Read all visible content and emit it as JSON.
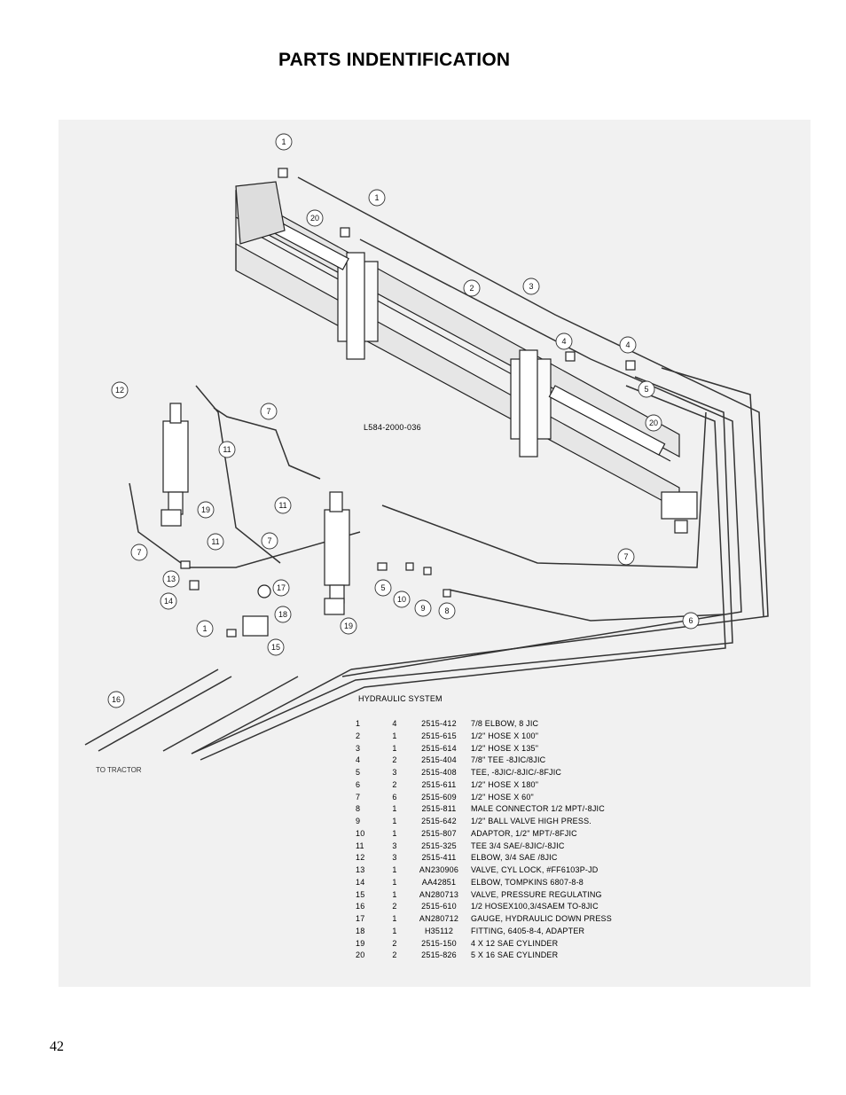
{
  "page": {
    "title": "PARTS INDENTIFICATION",
    "number": "42"
  },
  "drawing": {
    "number": "L584-2000-036",
    "to_tractor": "TO TRACTOR",
    "callouts": [
      "1",
      "1",
      "20",
      "2",
      "3",
      "4",
      "4",
      "5",
      "20",
      "12",
      "7",
      "11",
      "19",
      "11",
      "7",
      "11",
      "7",
      "13",
      "14",
      "17",
      "18",
      "1",
      "15",
      "5",
      "10",
      "9",
      "8",
      "19",
      "7",
      "6",
      "16"
    ]
  },
  "legend": {
    "title": "HYDRAULIC SYSTEM",
    "rows": [
      {
        "no": "1",
        "qty": "4",
        "part": "2515-412",
        "desc": "7/8 ELBOW, 8 JIC"
      },
      {
        "no": "2",
        "qty": "1",
        "part": "2515-615",
        "desc": "1/2\" HOSE X 100\""
      },
      {
        "no": "3",
        "qty": "1",
        "part": "2515-614",
        "desc": "1/2\" HOSE X 135\""
      },
      {
        "no": "4",
        "qty": "2",
        "part": "2515-404",
        "desc": "7/8\" TEE -8JIC/8JIC"
      },
      {
        "no": "5",
        "qty": "3",
        "part": "2515-408",
        "desc": "TEE, -8JIC/-8JIC/-8FJIC"
      },
      {
        "no": "6",
        "qty": "2",
        "part": "2515-611",
        "desc": "1/2\" HOSE X 180\""
      },
      {
        "no": "7",
        "qty": "6",
        "part": "2515-609",
        "desc": "1/2\" HOSE X 60\""
      },
      {
        "no": "8",
        "qty": "1",
        "part": "2515-811",
        "desc": "MALE CONNECTOR 1/2 MPT/-8JIC"
      },
      {
        "no": "9",
        "qty": "1",
        "part": "2515-642",
        "desc": "1/2\" BALL VALVE HIGH PRESS."
      },
      {
        "no": "10",
        "qty": "1",
        "part": "2515-807",
        "desc": "ADAPTOR, 1/2\" MPT/-8FJIC"
      },
      {
        "no": "11",
        "qty": "3",
        "part": "2515-325",
        "desc": "TEE 3/4 SAE/-8JIC/-8JIC"
      },
      {
        "no": "12",
        "qty": "3",
        "part": "2515-411",
        "desc": "ELBOW, 3/4 SAE /8JIC"
      },
      {
        "no": "13",
        "qty": "1",
        "part": "AN230906",
        "desc": "VALVE, CYL LOCK, #FF6103P-JD"
      },
      {
        "no": "14",
        "qty": "1",
        "part": "AA42851",
        "desc": "ELBOW, TOMPKINS 6807-8-8"
      },
      {
        "no": "15",
        "qty": "1",
        "part": "AN280713",
        "desc": "VALVE, PRESSURE REGULATING"
      },
      {
        "no": "16",
        "qty": "2",
        "part": "2515-610",
        "desc": "1/2 HOSEX100,3/4SAEM TO-8JIC"
      },
      {
        "no": "17",
        "qty": "1",
        "part": "AN280712",
        "desc": "GAUGE, HYDRAULIC DOWN PRESS"
      },
      {
        "no": "18",
        "qty": "1",
        "part": "H35112",
        "desc": "FITTING, 6405-8-4, ADAPTER"
      },
      {
        "no": "19",
        "qty": "2",
        "part": "2515-150",
        "desc": "4 X 12 SAE CYLINDER"
      },
      {
        "no": "20",
        "qty": "2",
        "part": "2515-826",
        "desc": "5 X 16 SAE CYLINDER"
      }
    ]
  }
}
